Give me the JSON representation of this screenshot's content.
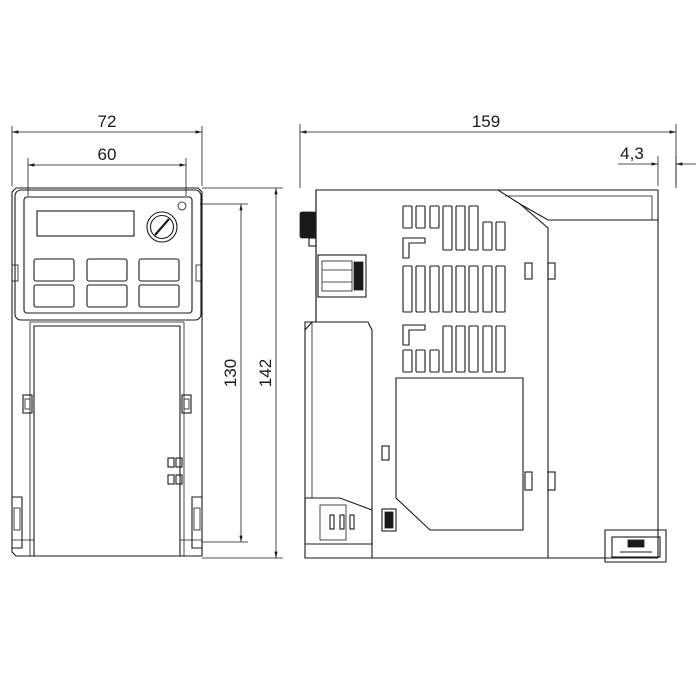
{
  "dimensions": {
    "front_width": "72",
    "display_width": "60",
    "inner_height": "130",
    "total_height": "142",
    "depth": "159",
    "protrusion": "4,3"
  }
}
